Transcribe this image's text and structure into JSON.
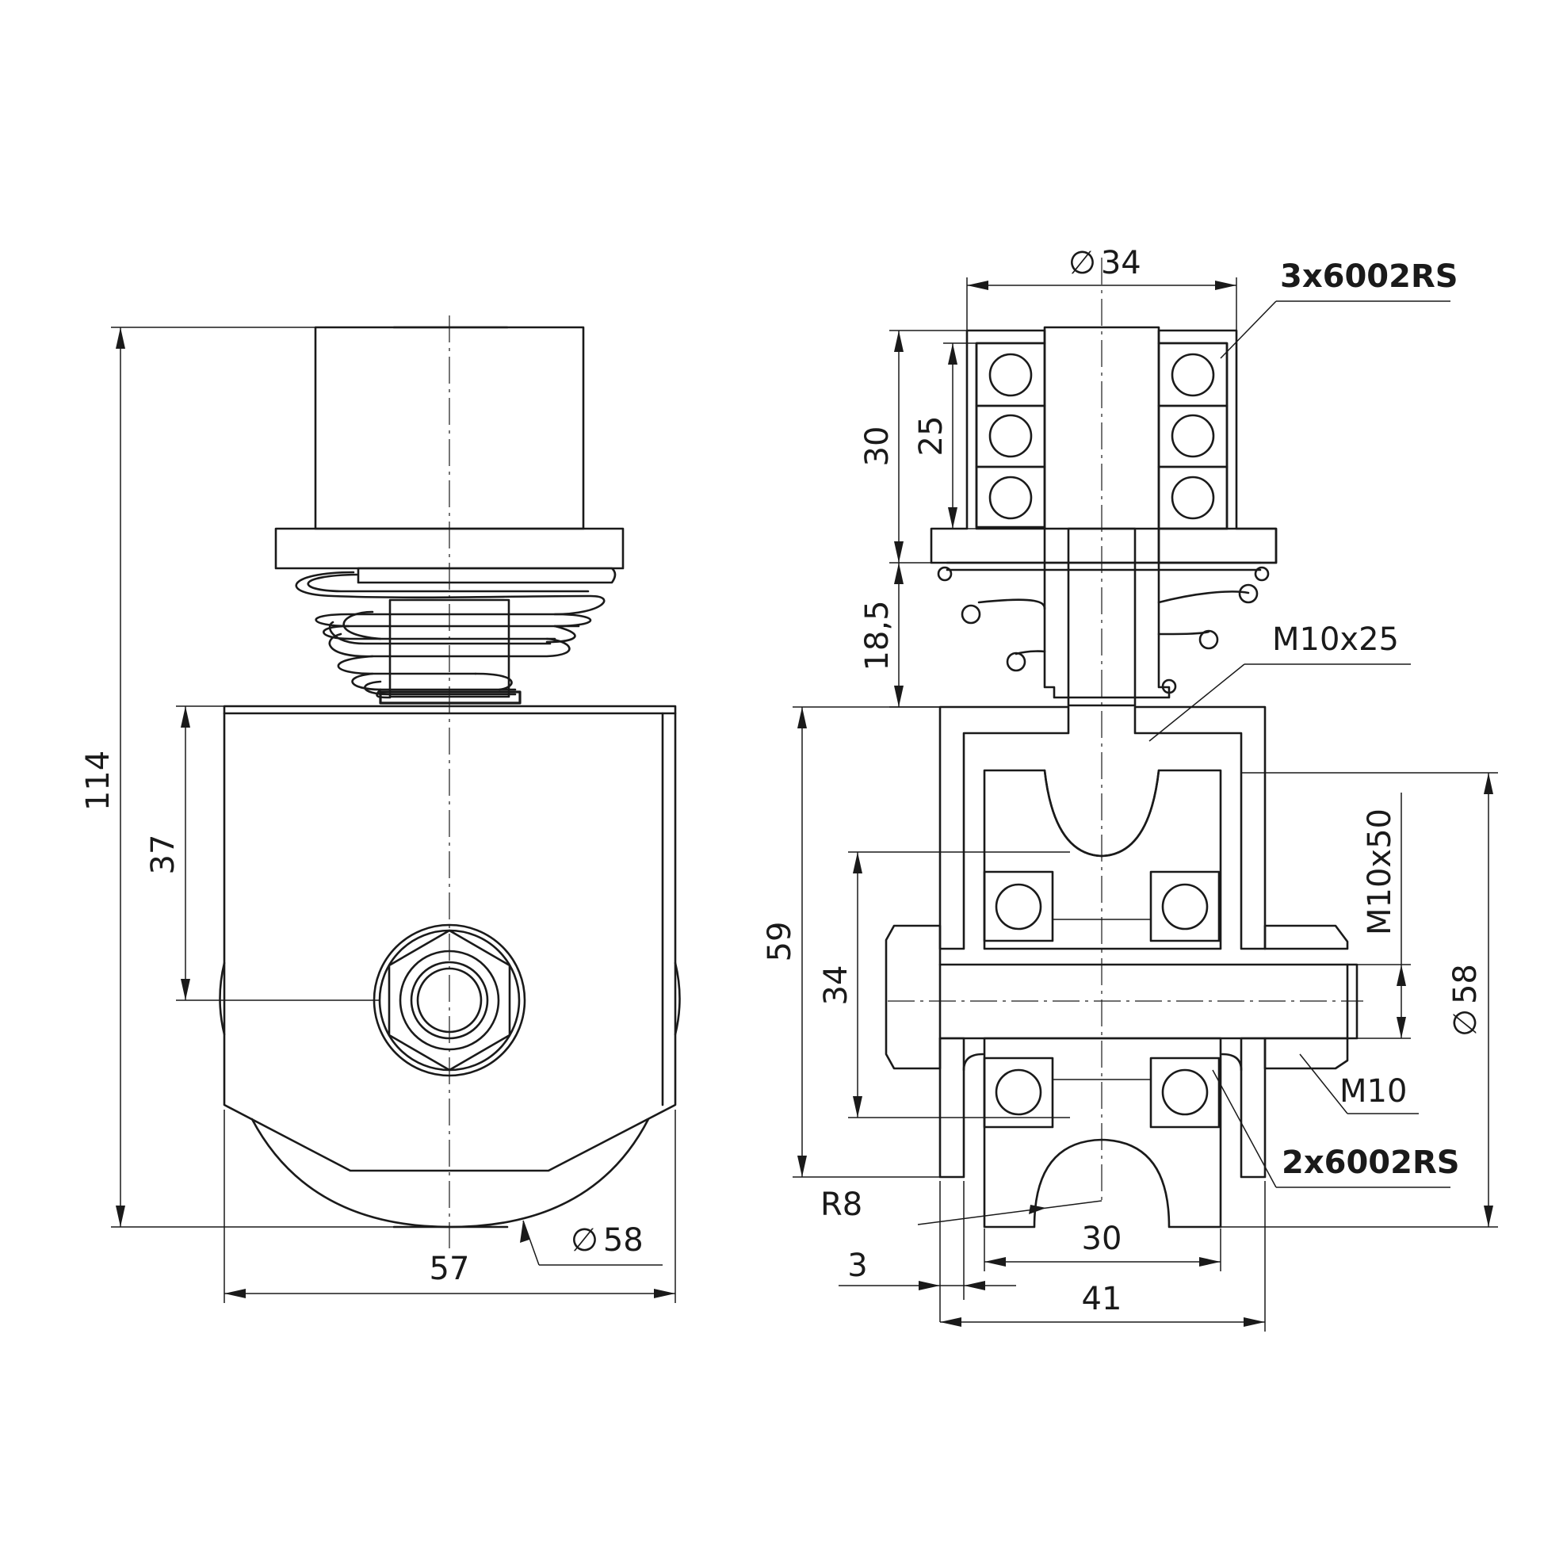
{
  "dimensions": {
    "left": {
      "height_total": "114",
      "axle_height": "37",
      "width": "57",
      "wheel_diameter": "58"
    },
    "right": {
      "top_diameter": "34",
      "top_height": "30",
      "bearing_stack": "25",
      "spring_gap": "18,5",
      "bracket_height": "59",
      "wheel_bore": "34",
      "radius": "R8",
      "wall": "3",
      "wheel_width": "30",
      "bracket_width": "41",
      "wheel_diameter": "58"
    }
  },
  "labels": {
    "top_bearings": "3x6002RS",
    "bolt_top": "M10x25",
    "axle_bolt": "M10x50",
    "nut": "M10",
    "wheel_bearings": "2x6002RS"
  },
  "symbols": {
    "diameter": "∅"
  },
  "colors": {
    "line": "#1a1a1a",
    "background": "#ffffff"
  }
}
